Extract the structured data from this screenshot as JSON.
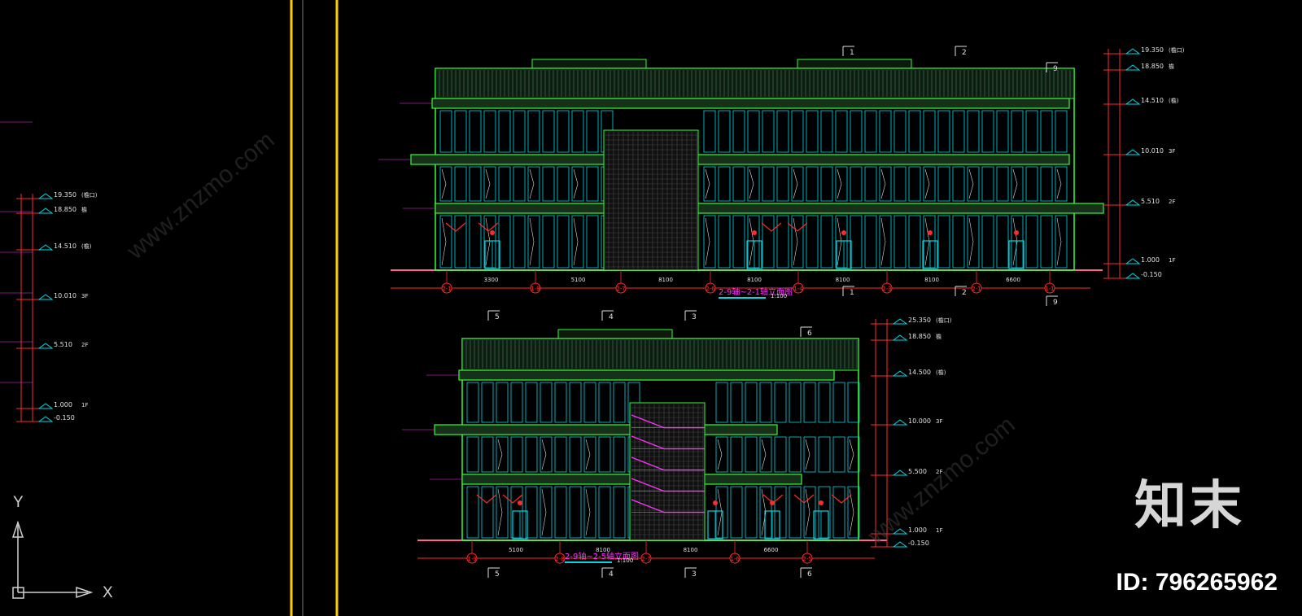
{
  "drawing": {
    "left_elevation_levels": [
      {
        "label": "19.350",
        "note": "(檐口)"
      },
      {
        "label": "18.850",
        "note": "檐"
      },
      {
        "label": "14.510",
        "note": "(檐)"
      },
      {
        "label": "10.010",
        "note": "3F"
      },
      {
        "label": "5.510",
        "note": "2F"
      },
      {
        "label": "1.000",
        "note": "1F"
      },
      {
        "label": "-0.150",
        "note": ""
      }
    ],
    "top_elevation": {
      "title": "2-9轴~2-1轴立面图",
      "scale": "1:100",
      "grid_labels": [
        "2-1",
        "1-9",
        "2-7",
        "2-6",
        "1-4",
        "2-3",
        "2-1",
        "1-1"
      ],
      "spans": [
        "3300",
        "5100",
        "8100",
        "8100",
        "8100",
        "8100",
        "6600"
      ],
      "section_marks": [
        "1",
        "2",
        "9",
        "1",
        "2",
        "9"
      ],
      "levels": [
        {
          "label": "19.350",
          "note": "(檐口)"
        },
        {
          "label": "18.850",
          "note": "檐"
        },
        {
          "label": "14.510",
          "note": "(檐)"
        },
        {
          "label": "10.010",
          "note": "3F"
        },
        {
          "label": "5.510",
          "note": "2F"
        },
        {
          "label": "1.000",
          "note": "1F"
        },
        {
          "label": "-0.150",
          "note": ""
        }
      ]
    },
    "bottom_elevation": {
      "title": "2-9轴~2-5轴立面图",
      "scale": "1:100",
      "grid_labels": [
        "1-9",
        "2-8",
        "2-7",
        "1-6",
        "2-5"
      ],
      "spans": [
        "5100",
        "8100",
        "8100",
        "6600"
      ],
      "section_marks": [
        "5",
        "4",
        "3",
        "6",
        "5",
        "4",
        "3",
        "6"
      ],
      "levels": [
        {
          "label": "25.350",
          "note": "(檐口)"
        },
        {
          "label": "18.850",
          "note": "檐"
        },
        {
          "label": "14.500",
          "note": "(檐)"
        },
        {
          "label": "10.000",
          "note": "3F"
        },
        {
          "label": "5.500",
          "note": "2F"
        },
        {
          "label": "1.000",
          "note": "1F"
        },
        {
          "label": "-0.150",
          "note": ""
        }
      ]
    }
  },
  "ucs": {
    "x_label": "X",
    "y_label": "Y"
  },
  "watermark": {
    "logo": "知末",
    "id_text": "ID: 796265962",
    "site": "www.znzmo.com"
  },
  "colors": {
    "bg": "#000000",
    "green": "#33ff33",
    "cyan": "#00d8e8",
    "red": "#ff2a2a",
    "magenta": "#ff33ff",
    "yellow": "#ffcc00",
    "white": "#e0e0e0"
  }
}
